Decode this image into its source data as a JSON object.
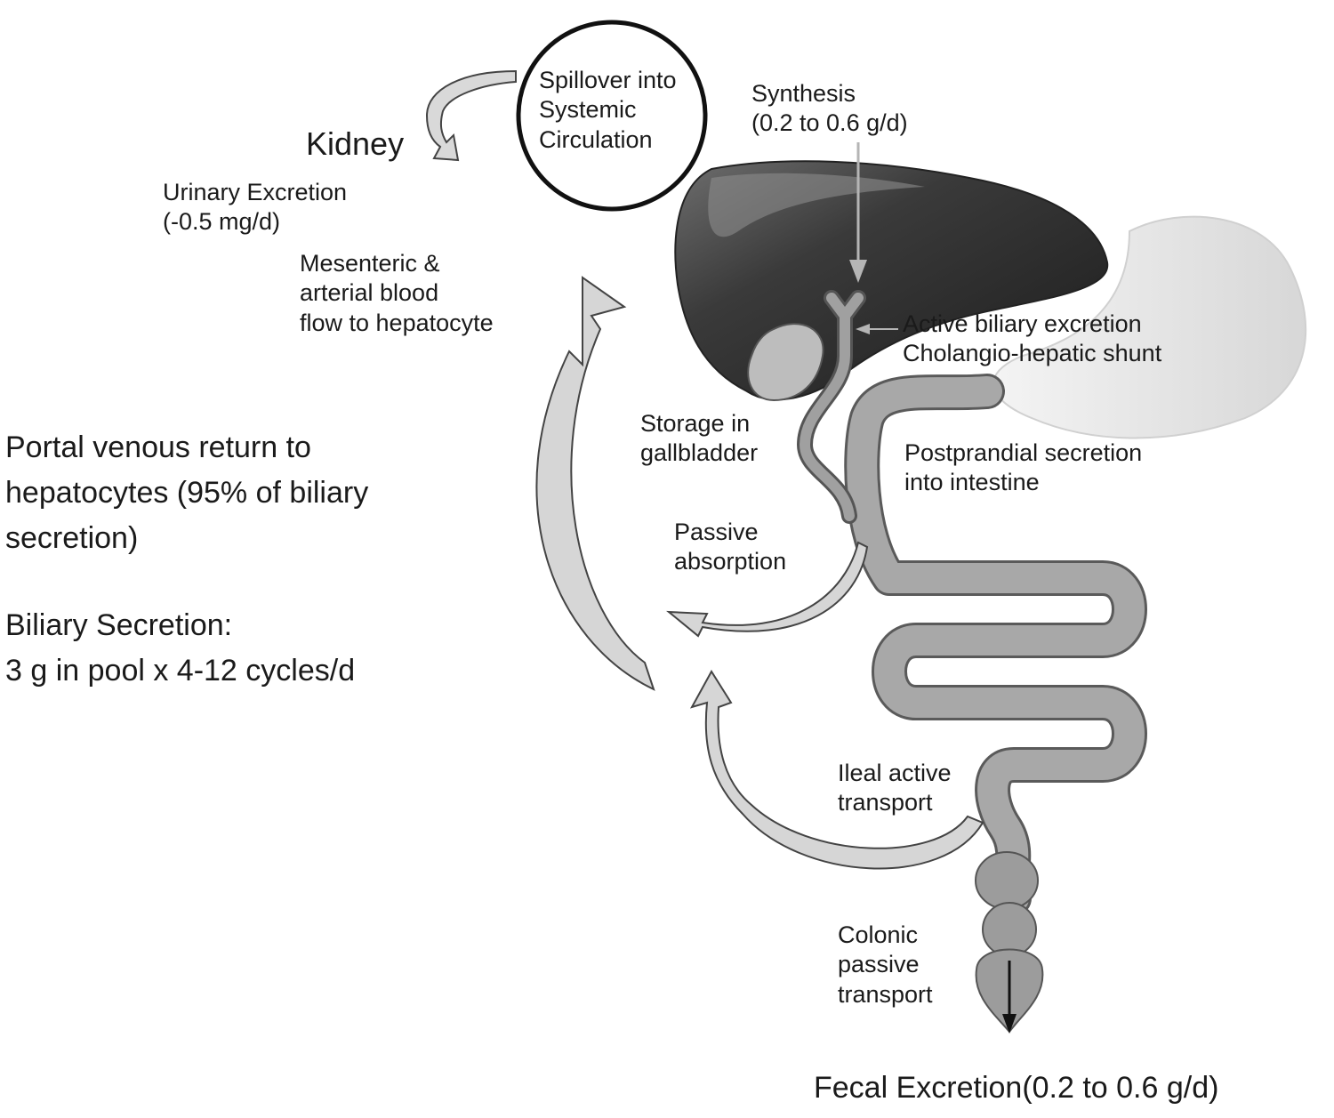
{
  "labels": {
    "spillover": "Spillover into\nSystemic\nCirculation",
    "kidney": "Kidney",
    "urinary": "Urinary Excretion\n(-0.5 mg/d)",
    "mesenteric": "Mesenteric &\narterial blood\nflow to hepatocyte",
    "synthesis": "Synthesis\n(0.2 to 0.6 g/d)",
    "active_biliary": "Active biliary excretion\nCholangio-hepatic shunt",
    "storage": "Storage in\ngallbladder",
    "postprandial": "Postprandial secretion\ninto intestine",
    "passive_absorption": "Passive\nabsorption",
    "portal": "Portal venous return to\nhepatocytes (95% of biliary\nsecretion)",
    "biliary_secretion": "Biliary Secretion:\n3 g in pool x 4-12 cycles/d",
    "ileal": "Ileal active\ntransport",
    "colonic": "Colonic\npassive\ntransport",
    "fecal": "Fecal Excretion(0.2 to 0.6 g/d)"
  },
  "colors": {
    "liver_dark": "#2b2b2b",
    "liver_light": "#8a8a8a",
    "stomach": "#e6e6e6",
    "intestine": "#9a9a9a",
    "arrow_fill": "#d4d4d4",
    "outline": "#444444"
  }
}
